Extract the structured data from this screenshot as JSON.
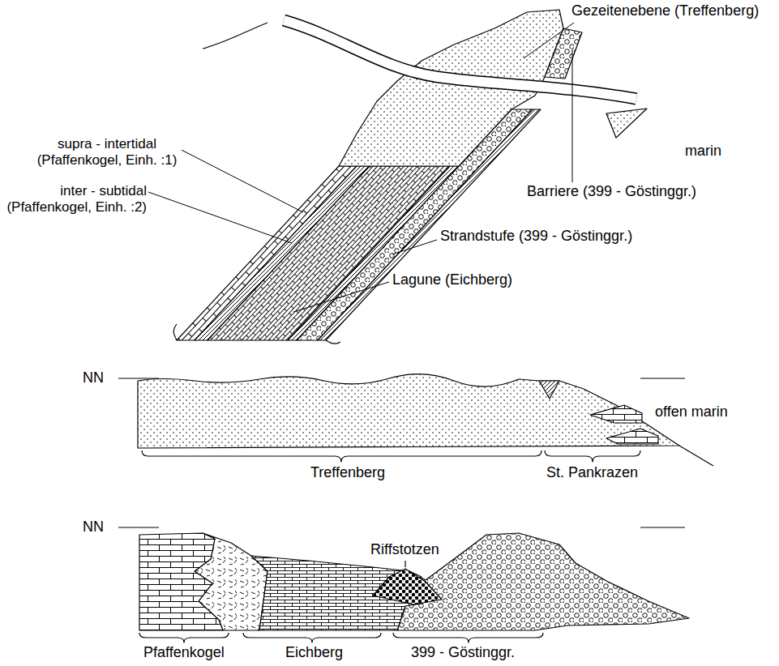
{
  "diagram": {
    "labels": [
      "Gezeitenebene (Treffenberg)",
      "marin",
      "Barriere (399 - Göstinggr.)",
      "supra - intertidal (Pfaffenkogel, Einh. :1)",
      "inter - subtidal (Pfaffenkogel, Einh. :2)",
      "Strandstufe (399 - Göstinggr.)",
      "Lagune (Eichberg)",
      "NN",
      "offen marin",
      "Treffenberg",
      "St. Pankrazen",
      "NN",
      "Riffstotzen",
      "Pfaffenkogel",
      "Eichberg",
      "399 - Göstinggr."
    ]
  }
}
